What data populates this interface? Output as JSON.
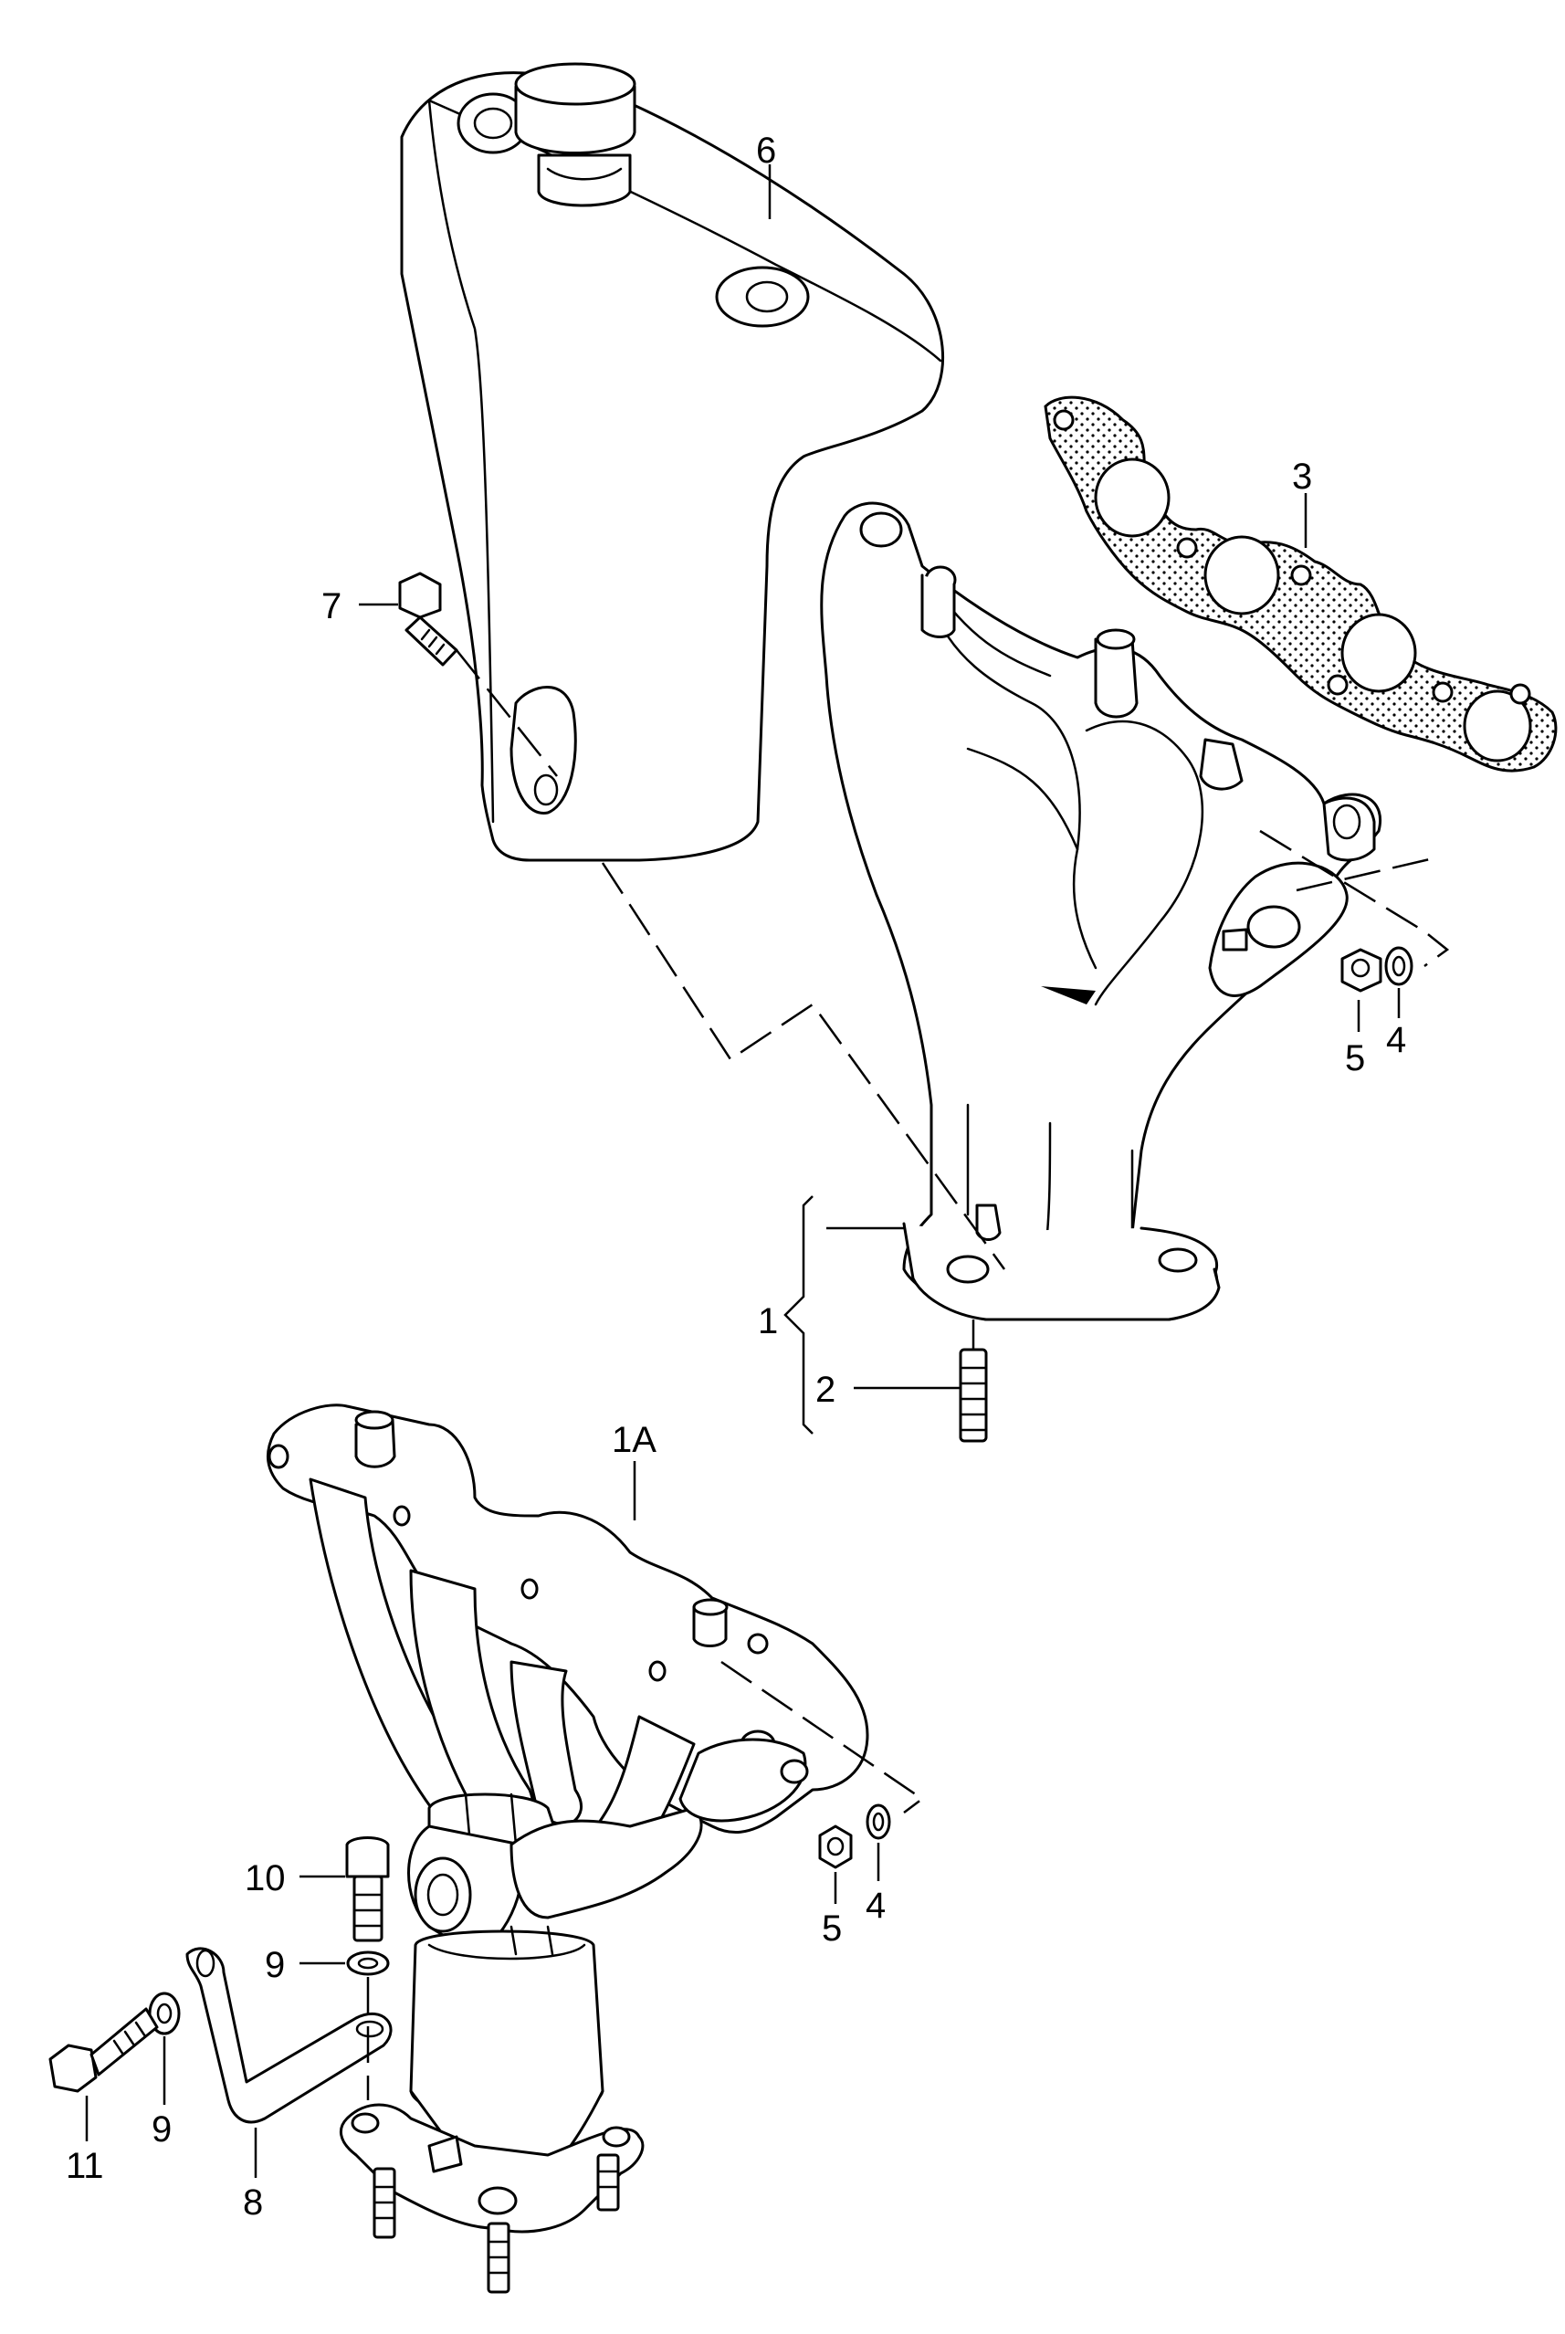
{
  "callouts": {
    "c1": "1",
    "c1a": "1A",
    "c2": "2",
    "c3": "3",
    "c4_upper": "4",
    "c4_lower": "4",
    "c5_upper": "5",
    "c5_lower": "5",
    "c6": "6",
    "c7": "7",
    "c8": "8",
    "c9_upper": "9",
    "c9_lower": "9",
    "c10": "10",
    "c11": "11"
  }
}
